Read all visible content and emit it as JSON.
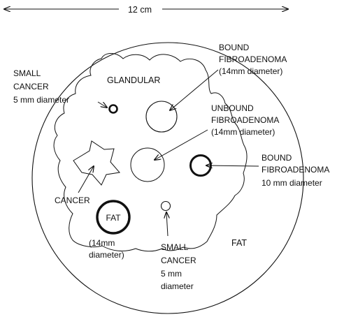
{
  "scale": {
    "label": "12 cm"
  },
  "regions": {
    "glandular": "GLANDULAR",
    "fat_outer": "FAT"
  },
  "lesions": {
    "small_cancer_left": {
      "lines": [
        "SMALL",
        "CANCER",
        "5 mm diameter"
      ]
    },
    "bound_fibro_14": {
      "lines": [
        "BOUND",
        "FIBROADENOMA",
        "(14mm diameter)"
      ]
    },
    "unbound_fibro_14": {
      "lines": [
        "UNBOUND",
        "FIBROADENOMA",
        "(14mm diameter)"
      ]
    },
    "bound_fibro_10": {
      "lines": [
        "BOUND",
        "FIBROADENOMA",
        "10 mm diameter"
      ]
    },
    "cancer": {
      "label": "CANCER"
    },
    "fat_lesion": {
      "label": "FAT",
      "lines": [
        "(14mm",
        "diameter)"
      ]
    },
    "small_cancer_bottom": {
      "lines": [
        "SMALL",
        "CANCER",
        "5 mm",
        "diameter"
      ]
    }
  },
  "colors": {
    "ink": "#111111",
    "background": "#ffffff"
  }
}
